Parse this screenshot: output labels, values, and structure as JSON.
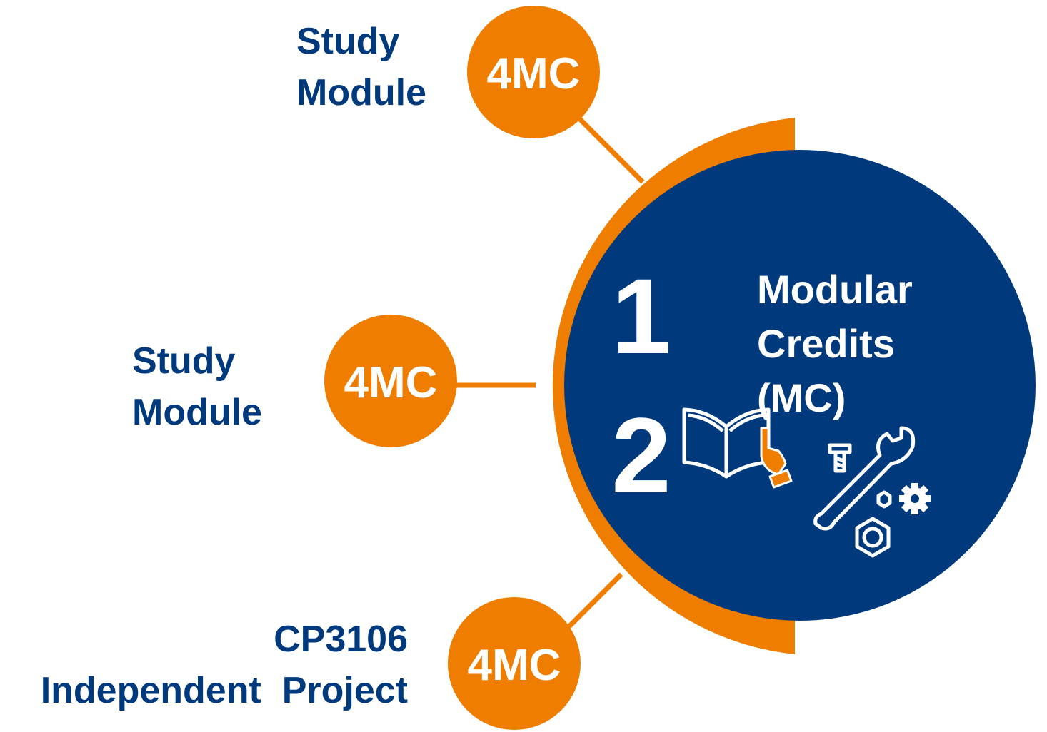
{
  "colors": {
    "orange": "#ee7d00",
    "navy": "#003a7d",
    "white": "#ffffff"
  },
  "center": {
    "number_top": "1",
    "number_bottom": "2",
    "title_lines": [
      "Modular",
      "Credits",
      "(MC)"
    ],
    "icons": [
      "open-book-with-hand-icon",
      "tools-wrench-nut-gear-icon"
    ]
  },
  "nodes": [
    {
      "value": "4MC",
      "label_lines": [
        "Study",
        "Module"
      ]
    },
    {
      "value": "4MC",
      "label_lines": [
        "Study",
        "Module"
      ]
    },
    {
      "value": "4MC",
      "label_lines": [
        "CP3106",
        "Independent  Project"
      ]
    }
  ]
}
